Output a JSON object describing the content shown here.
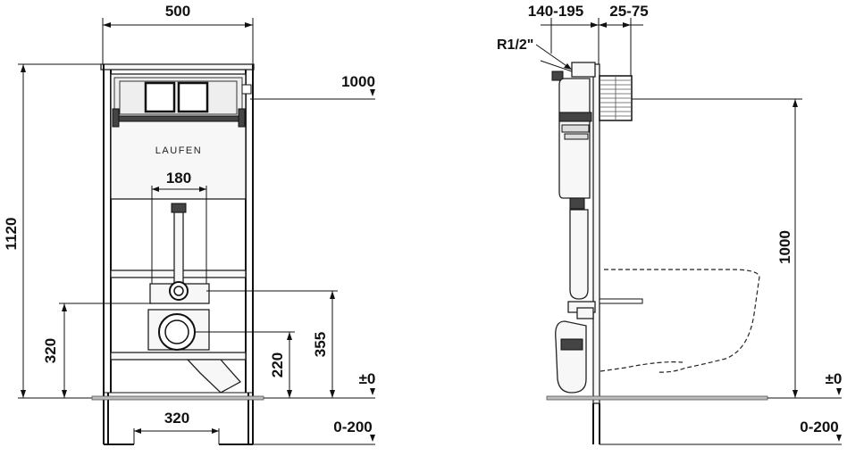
{
  "front_view": {
    "brand_label": "LAUFEN",
    "width_label": "500",
    "height_label": "1120",
    "level_1000_label": "1000",
    "pipe_spacing_label": "180",
    "label_320_vertical": "320",
    "label_355_vertical": "355",
    "label_220_vertical": "220",
    "floor_label": "±0",
    "feet_spacing_label": "320",
    "floor_range_label": "0-200"
  },
  "side_view": {
    "depth_label": "140-195",
    "wall_label": "25-75",
    "thread_label": "R1/2\"",
    "level_1000_label": "1000",
    "floor_label": "±0",
    "floor_range_label": "0-200"
  }
}
